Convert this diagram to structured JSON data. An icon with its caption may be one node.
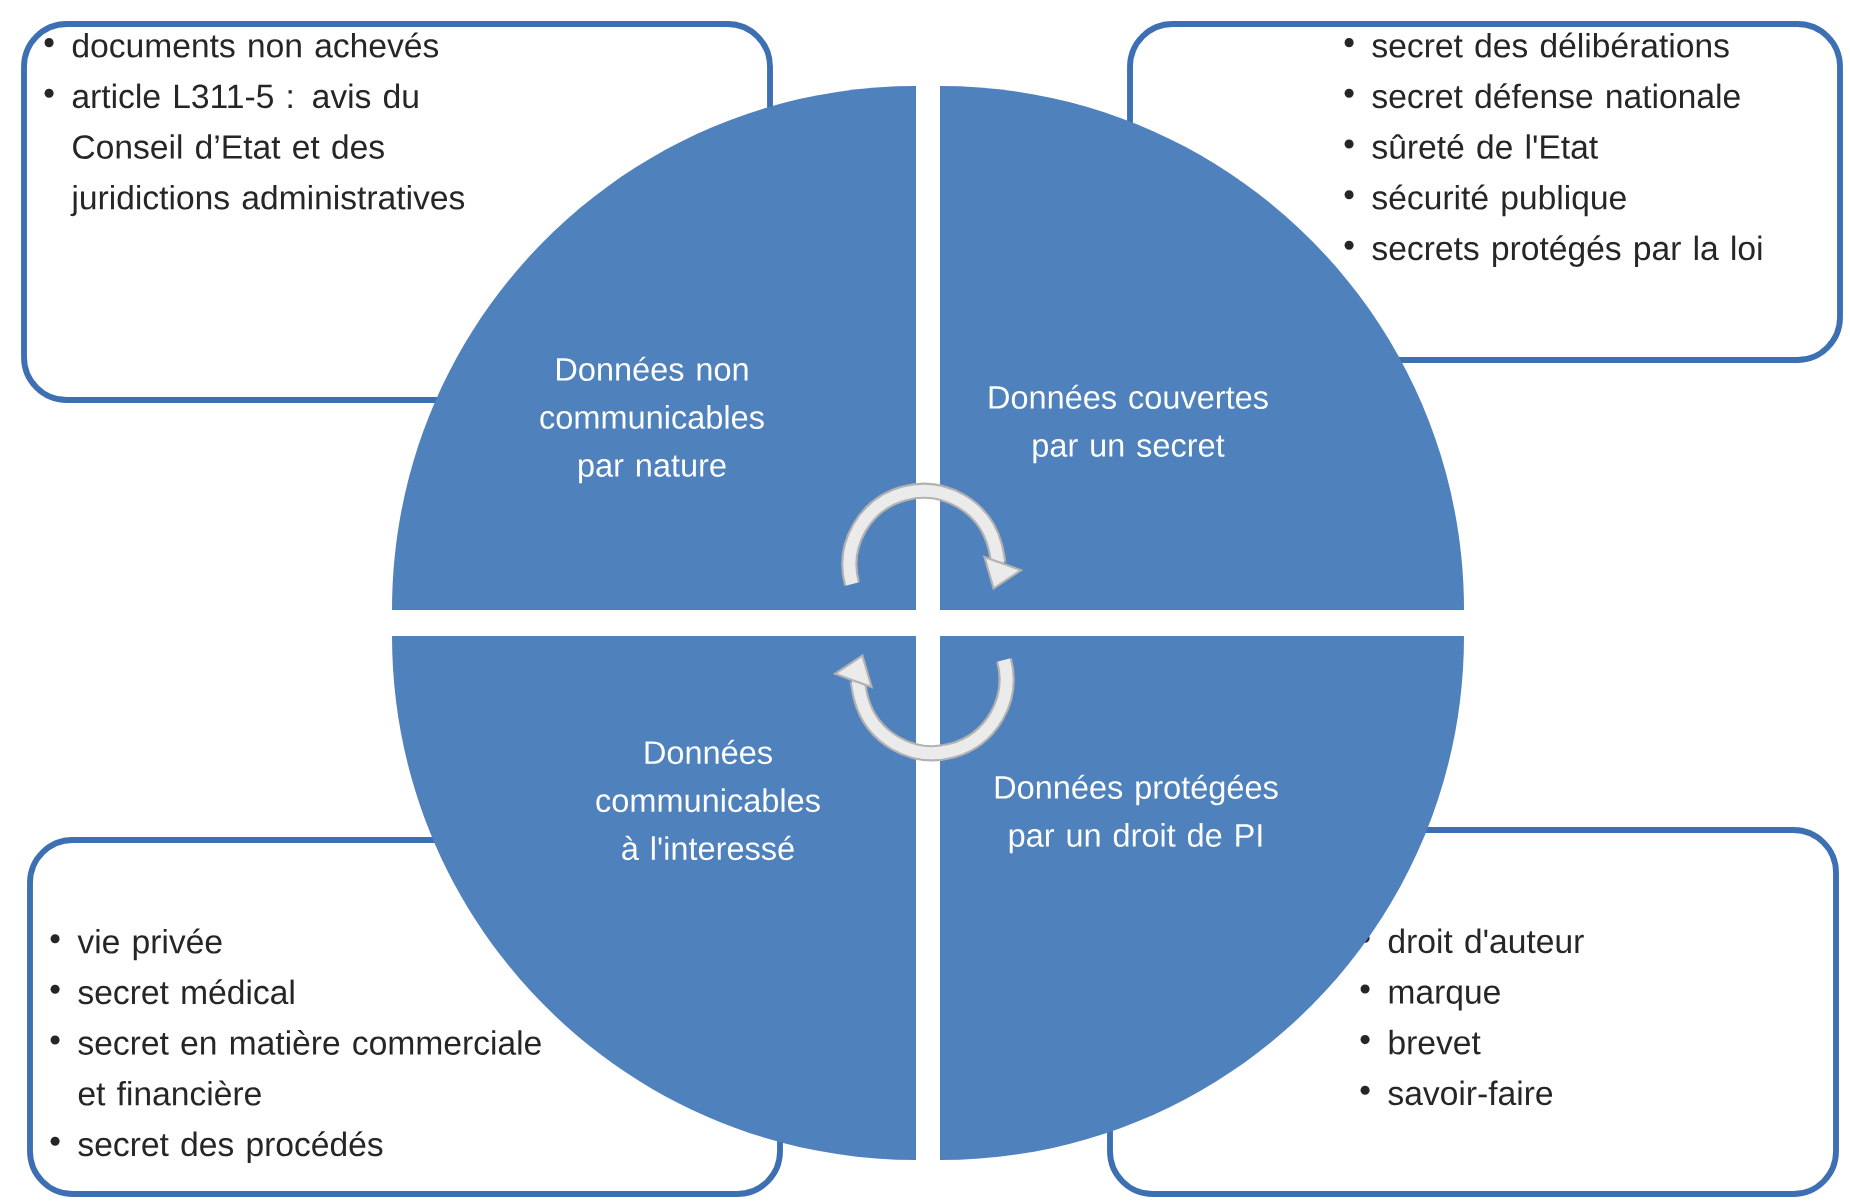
{
  "diagram": {
    "nodes": [
      {
        "text": [
          "documents non achevés",
          "article L311-5 : avis du Conseil d’Etat et des juridictions administratives"
        ]
      },
      {
        "text": [
          "secret des délibérations",
          "secret défense nationale",
          "sûreté de l'Etat",
          "sécurité publique",
          "secrets protégés par la loi"
        ]
      },
      {
        "text": [
          "Données non communicables par nature"
        ]
      },
      {
        "text": [
          "Données couvertes par un secret"
        ]
      },
      {
        "text": [
          "Données communicables à l'interessé"
        ]
      },
      {
        "text": [
          "Données protégées par un droit de PI"
        ]
      },
      {
        "text": [
          "vie privée",
          "secret médical",
          "secret en matière commerciale et financière",
          "secret des procédés"
        ]
      },
      {
        "text": [
          "droit d'auteur",
          "marque",
          "brevet",
          "savoir-faire"
        ]
      }
    ]
  }
}
